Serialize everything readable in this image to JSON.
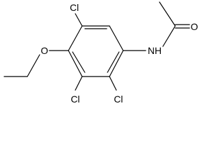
{
  "molecule": {
    "atoms": {
      "cl_top": "Cl",
      "cl_bottom_left": "Cl",
      "cl_bottom_right": "Cl",
      "oxygen_ether": "O",
      "nitrogen_amide": "NH",
      "oxygen_carbonyl": "O"
    }
  },
  "colors": {
    "ink": "#000000",
    "background": "#ffffff"
  }
}
